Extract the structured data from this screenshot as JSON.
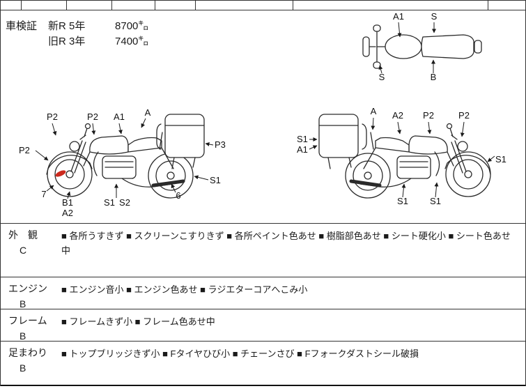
{
  "sheet": {
    "shaken": {
      "title": "車検証",
      "rows": [
        {
          "reg": "新R 5年",
          "km": "8700㌔"
        },
        {
          "reg": "旧R 3年",
          "km": "7400㌔"
        }
      ]
    },
    "diagrams": {
      "top_view": {
        "labels": [
          "A1",
          "S",
          "S",
          "B"
        ]
      },
      "left_view": {
        "labels": [
          "P2",
          "P2",
          "A1",
          "A",
          "P2",
          "P3",
          "S1",
          "7",
          "B1",
          "A2",
          "S1",
          "S2",
          "6"
        ]
      },
      "right_view": {
        "labels": [
          "A",
          "A2",
          "P2",
          "P2",
          "S1",
          "A1",
          "S1",
          "S1",
          "S1"
        ]
      }
    },
    "inspection": [
      {
        "category": "外　観",
        "grade": "C",
        "comments": "■ 各所うすきず ■ スクリーンこすりきず ■ 各所ペイント色あせ ■ 樹脂部色あせ ■ シート硬化小 ■ シート色あせ中"
      },
      {
        "category": "エンジン",
        "grade": "B",
        "comments": "■ エンジン音小 ■ エンジン色あせ ■ ラジエターコアへこみ小"
      },
      {
        "category": "フレーム",
        "grade": "B",
        "comments": "■ フレームきず小 ■ フレーム色あせ中"
      },
      {
        "category": "足まわり",
        "grade": "B",
        "comments": "■ トップブリッジきず小 ■ Fタイヤひび小 ■ チェーンさび ■ Fフォークダストシール破損"
      }
    ],
    "colors": {
      "line": "#2a2a2a",
      "marker_red": "#cc2a1e"
    }
  }
}
